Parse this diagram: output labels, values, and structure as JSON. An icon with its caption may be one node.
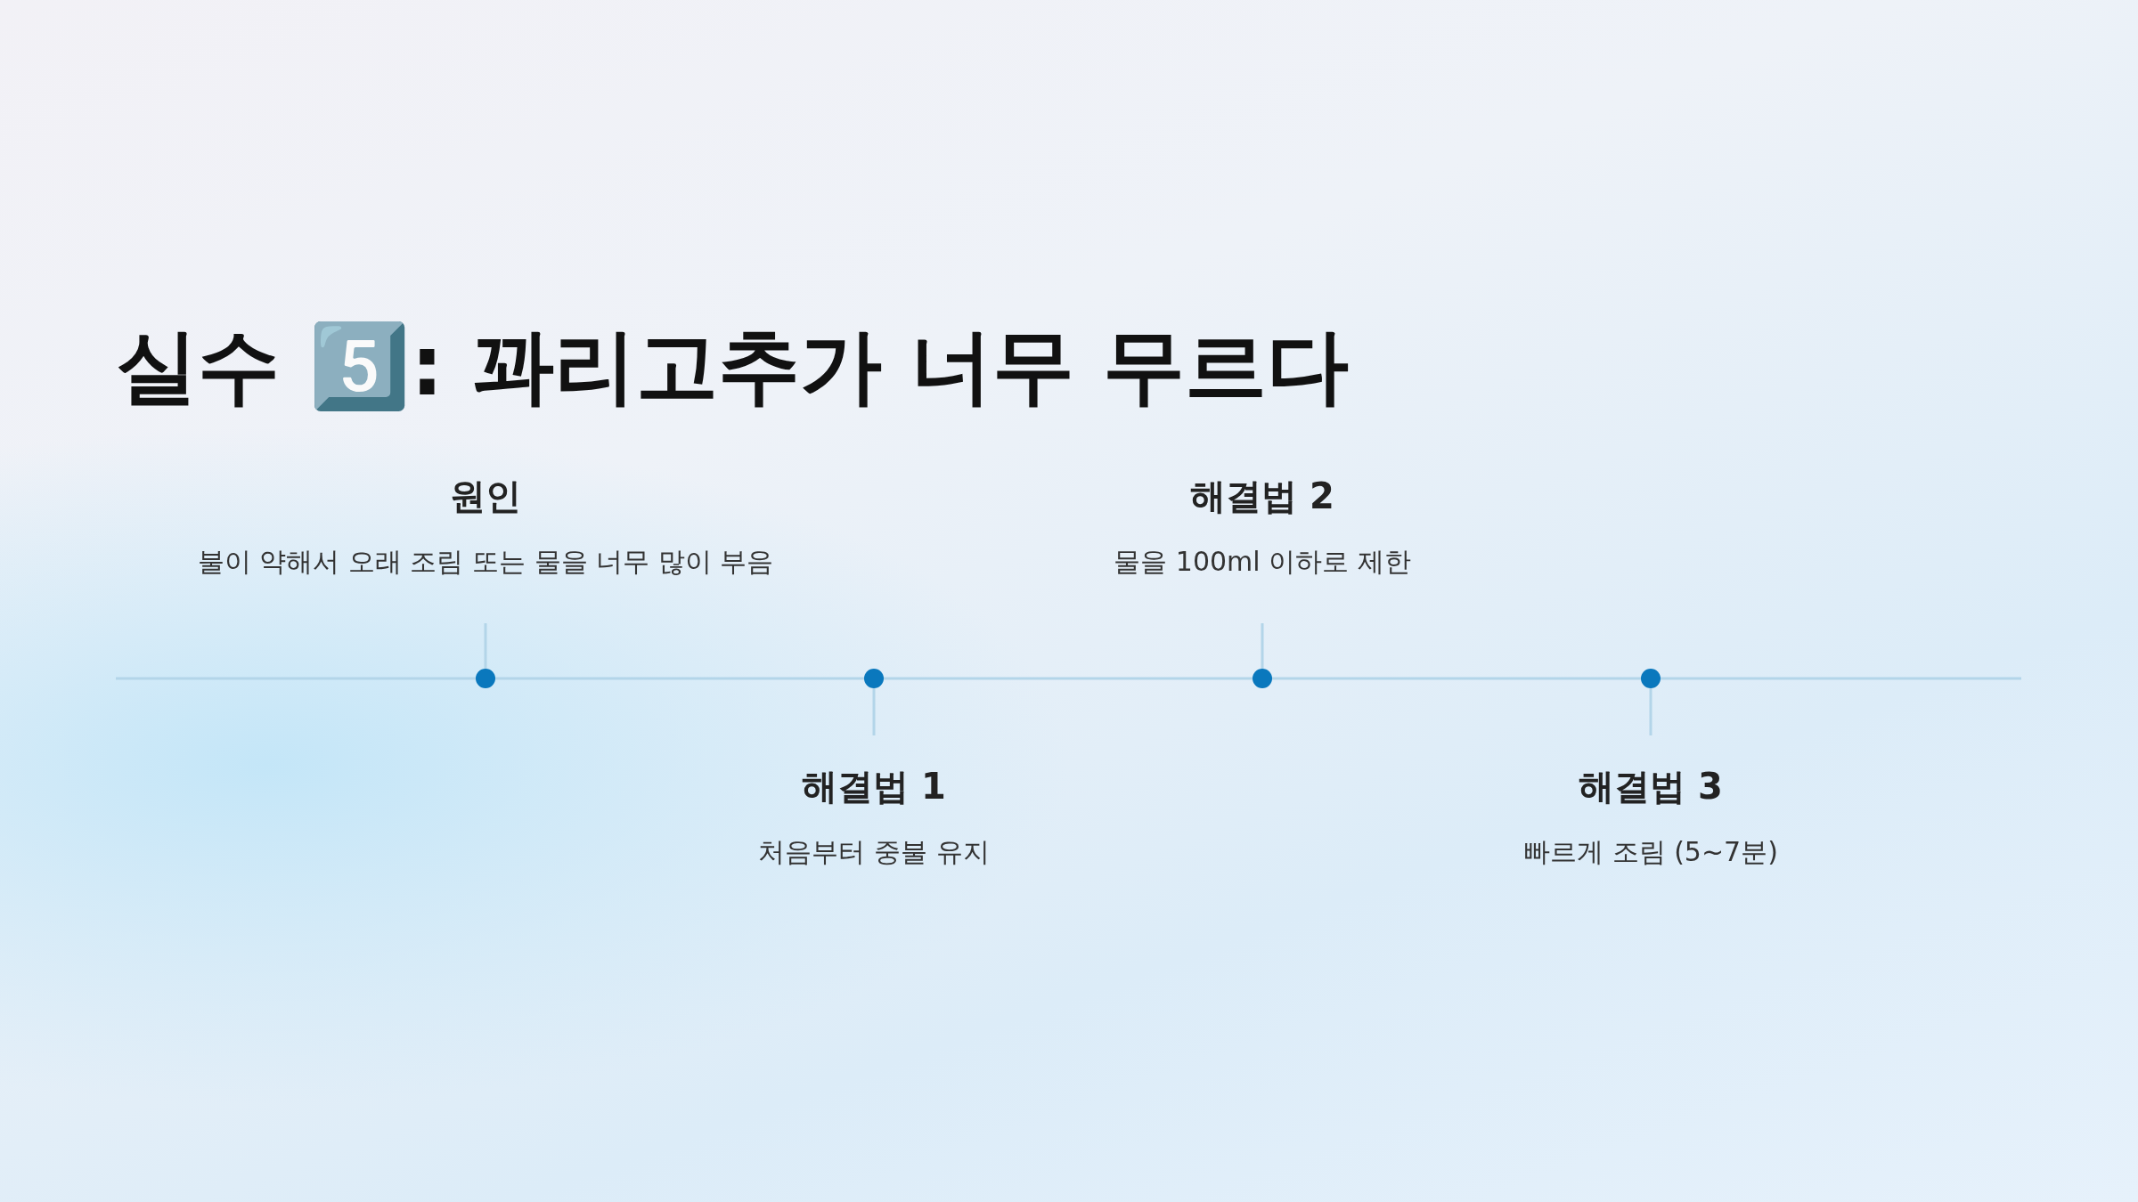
{
  "diagram": {
    "title": "실수 5️⃣: 꽈리고추가 너무 무르다",
    "nodes": [
      {
        "text": [
          "원인",
          "불이 약해서 오래 조림 또는 물을 너무 많이 부음"
        ]
      },
      {
        "text": [
          "해결법 1",
          "처음부터 중불 유지"
        ]
      },
      {
        "text": [
          "해결법 2",
          "물을 100ml 이하로 제한"
        ]
      },
      {
        "text": [
          "해결법 3",
          "빠르게 조림 (5~7분)"
        ]
      },
      {
        "text": [],
        "shape": "circle"
      },
      {
        "text": [],
        "shape": "circle"
      },
      {
        "text": [],
        "shape": "circle"
      },
      {
        "text": [],
        "shape": "circle"
      }
    ],
    "edges": [
      {
        "from": 0,
        "to": 4,
        "arrow": "none"
      },
      {
        "from": 1,
        "to": 5,
        "arrow": "none"
      },
      {
        "from": 2,
        "to": 6,
        "arrow": "none"
      },
      {
        "from": 3,
        "to": 7,
        "arrow": "none"
      }
    ]
  }
}
